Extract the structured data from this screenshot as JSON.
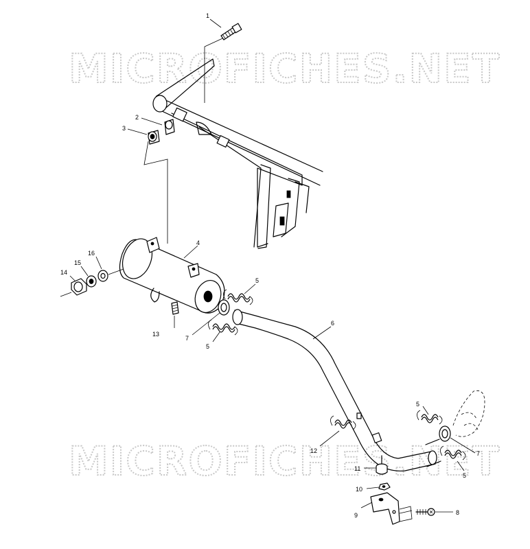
{
  "watermark": "MICROFICHES.NET",
  "callouts": [
    {
      "id": "c1",
      "label": "1"
    },
    {
      "id": "c2",
      "label": "2"
    },
    {
      "id": "c3",
      "label": "3"
    },
    {
      "id": "c4",
      "label": "4"
    },
    {
      "id": "c5a",
      "label": "5"
    },
    {
      "id": "c5b",
      "label": "5"
    },
    {
      "id": "c5c",
      "label": "5"
    },
    {
      "id": "c5d",
      "label": "5"
    },
    {
      "id": "c6",
      "label": "6"
    },
    {
      "id": "c7a",
      "label": "7"
    },
    {
      "id": "c7b",
      "label": "7"
    },
    {
      "id": "c8",
      "label": "8"
    },
    {
      "id": "c9",
      "label": "9"
    },
    {
      "id": "c10",
      "label": "10"
    },
    {
      "id": "c11",
      "label": "11"
    },
    {
      "id": "c12",
      "label": "12"
    },
    {
      "id": "c13",
      "label": "13"
    },
    {
      "id": "c14",
      "label": "14"
    },
    {
      "id": "c15",
      "label": "15"
    },
    {
      "id": "c16",
      "label": "16"
    }
  ]
}
